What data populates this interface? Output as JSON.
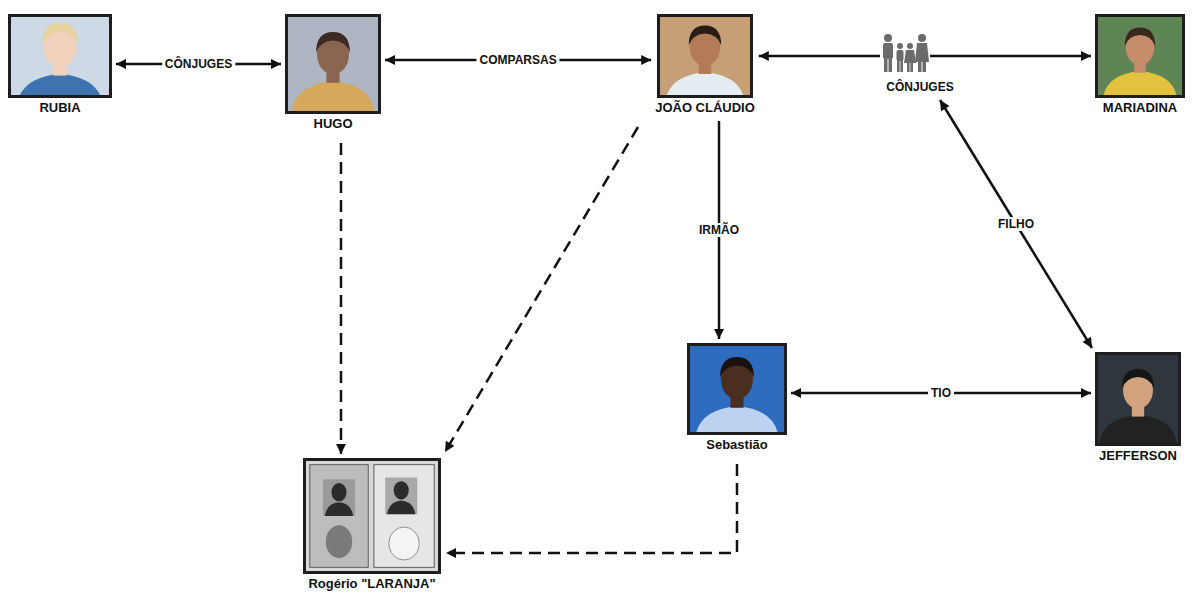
{
  "diagram": {
    "nodes": [
      {
        "text": [
          "RUBIA"
        ]
      },
      {
        "text": [
          "HUGO"
        ]
      },
      {
        "text": [
          "JOÃO CLÁUDIO"
        ]
      },
      {
        "text": [
          "MARIADINA"
        ]
      },
      {
        "text": [
          "Sebastião"
        ]
      },
      {
        "text": [
          "JEFFERSON"
        ]
      },
      {
        "text": [
          "Rogério \"LARANJA\""
        ]
      }
    ],
    "edges": [
      {
        "from": 0,
        "to": 1,
        "label": "CÔNJUGES",
        "arrow": "both"
      },
      {
        "from": 1,
        "to": 2,
        "label": "COMPARSAS",
        "arrow": "both"
      },
      {
        "from": 2,
        "to": 3,
        "label": "CÔNJUGES",
        "arrow": "both"
      },
      {
        "from": 2,
        "to": 4,
        "label": "IRMÃO",
        "arrow": "to"
      },
      {
        "from": 2,
        "to": 5,
        "label": "FILHO",
        "arrow": "both"
      },
      {
        "from": 4,
        "to": 5,
        "label": "TIO",
        "arrow": "both"
      },
      {
        "from": 1,
        "to": 6,
        "arrow": "to"
      },
      {
        "from": 2,
        "to": 6,
        "arrow": "to"
      },
      {
        "from": 4,
        "to": 6,
        "arrow": "to"
      }
    ]
  }
}
